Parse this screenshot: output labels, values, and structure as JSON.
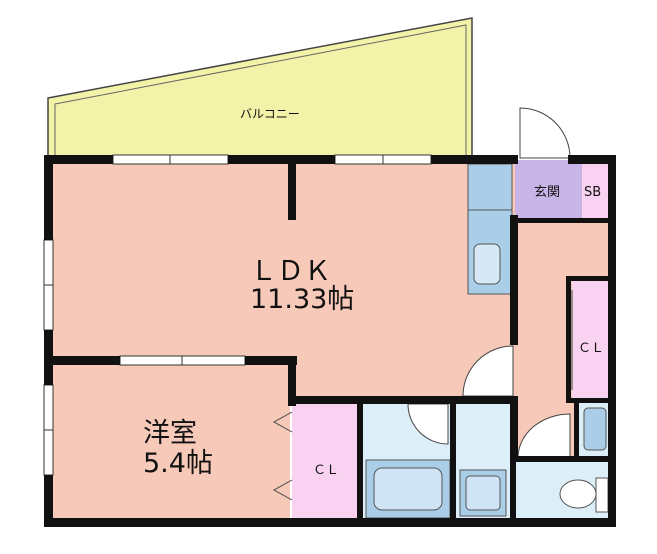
{
  "rooms": {
    "balcony": "バルコニー",
    "ldk_name": "ＬＤＫ",
    "ldk_size": "11.33帖",
    "western_name": "洋室",
    "western_size": "5.4帖",
    "entrance": "玄関",
    "shoe_box": "SB",
    "closet_east": "ＣＬ",
    "closet_west": "ＣＬ"
  },
  "colors": {
    "wall": "#111111",
    "balcony": "#f2f2a8",
    "floor": "#f6c9b9",
    "closet": "#f8d2f0",
    "entrance": "#c8b4e6",
    "wet": "#dceef8",
    "fixture": "#aacde8"
  }
}
